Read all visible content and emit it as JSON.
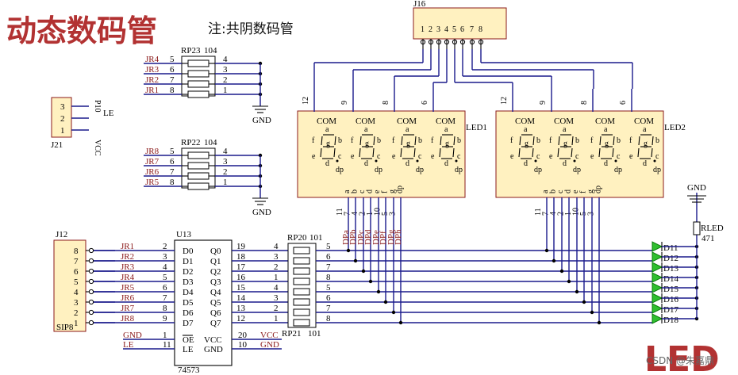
{
  "title": "动态数码管",
  "note": "注:共阴数码管",
  "corner_label": "LED",
  "watermark": "CSDN @朱嘉鼎",
  "colors": {
    "title": "#b23232",
    "box": "#fff1c0",
    "wire": "#1a1a8c",
    "led": "#2fbf2f",
    "net_label": "#8b1a1a"
  },
  "j16": {
    "ref": "J16",
    "pins": [
      "1",
      "2",
      "3",
      "4",
      "5",
      "6",
      "7",
      "8"
    ]
  },
  "rp23": {
    "ref": "RP23",
    "value": "104",
    "left_nets": [
      "JR4",
      "JR3",
      "JR2",
      "JR1"
    ],
    "left_pins": [
      "5",
      "6",
      "7",
      "8"
    ],
    "right_pins": [
      "4",
      "3",
      "2",
      "1"
    ]
  },
  "rp22": {
    "ref": "RP22",
    "value": "104",
    "left_nets": [
      "JR8",
      "JR7",
      "JR6",
      "JR5"
    ],
    "left_pins": [
      "5",
      "6",
      "7",
      "8"
    ],
    "right_pins": [
      "4",
      "3",
      "2",
      "1"
    ]
  },
  "gnd_label": "GND",
  "j21": {
    "ref": "J21",
    "pins": [
      "3",
      "2",
      "1"
    ],
    "labels": [
      "P10",
      "LE",
      "VCC"
    ]
  },
  "led1": {
    "ref": "LED1",
    "com_pins": [
      "12",
      "9",
      "8",
      "6"
    ],
    "seg_pins": [
      "11",
      "7",
      "4",
      "2",
      "1",
      "10",
      "5",
      "3"
    ]
  },
  "led2": {
    "ref": "LED2",
    "com_pins": [
      "12",
      "9",
      "8",
      "6"
    ],
    "seg_pins": [
      "11",
      "7",
      "4",
      "2",
      "1",
      "10",
      "5",
      "3"
    ]
  },
  "digit": {
    "com": "COM",
    "segs": [
      "a",
      "b",
      "c",
      "d",
      "e",
      "f",
      "g"
    ],
    "dp": "dp"
  },
  "seg_letters": [
    "a",
    "b",
    "c",
    "d",
    "e",
    "f",
    "g",
    "dp"
  ],
  "dp_nets": [
    "DPa",
    "DPb",
    "DPc",
    "DPd",
    "DPe",
    "DPf",
    "DPg",
    "DPh"
  ],
  "j12": {
    "ref": "J12",
    "type": "SIP8",
    "pins": [
      "8",
      "7",
      "6",
      "5",
      "4",
      "3",
      "2",
      "1"
    ]
  },
  "u13": {
    "ref": "U13",
    "part": "74573",
    "inputs": [
      {
        "net": "JR1",
        "pin": "2",
        "name": "D0"
      },
      {
        "net": "JR2",
        "pin": "3",
        "name": "D1"
      },
      {
        "net": "JR3",
        "pin": "4",
        "name": "D2"
      },
      {
        "net": "JR4",
        "pin": "5",
        "name": "D3"
      },
      {
        "net": "JR5",
        "pin": "6",
        "name": "D4"
      },
      {
        "net": "JR6",
        "pin": "7",
        "name": "D5"
      },
      {
        "net": "JR7",
        "pin": "8",
        "name": "D6"
      },
      {
        "net": "JR8",
        "pin": "9",
        "name": "D7"
      }
    ],
    "outputs": [
      {
        "pin": "19",
        "name": "Q0"
      },
      {
        "pin": "18",
        "name": "Q1"
      },
      {
        "pin": "17",
        "name": "Q2"
      },
      {
        "pin": "16",
        "name": "Q3"
      },
      {
        "pin": "15",
        "name": "Q4"
      },
      {
        "pin": "14",
        "name": "Q5"
      },
      {
        "pin": "13",
        "name": "Q6"
      },
      {
        "pin": "12",
        "name": "Q7"
      }
    ],
    "ctrl": [
      {
        "net": "GND",
        "pin": "1",
        "name": "OE",
        "rname": "VCC",
        "rpin": "20",
        "rnet": "VCC"
      },
      {
        "net": "LE",
        "pin": "11",
        "name": "LE",
        "rname": "GND",
        "rpin": "10",
        "rnet": "GND"
      }
    ]
  },
  "rp20": {
    "ref": "RP20",
    "value": "101",
    "in_pins": [
      "4",
      "3",
      "2",
      "1",
      "4",
      "3",
      "2",
      "1"
    ],
    "out_pins": [
      "5",
      "6",
      "7",
      "8",
      "5",
      "6",
      "7",
      "8"
    ]
  },
  "rp21": {
    "ref": "RP21",
    "value": "101"
  },
  "rled": {
    "ref": "RLED",
    "value": "471"
  },
  "leds": [
    "D11",
    "D12",
    "D13",
    "D14",
    "D15",
    "D16",
    "D17",
    "D18"
  ]
}
